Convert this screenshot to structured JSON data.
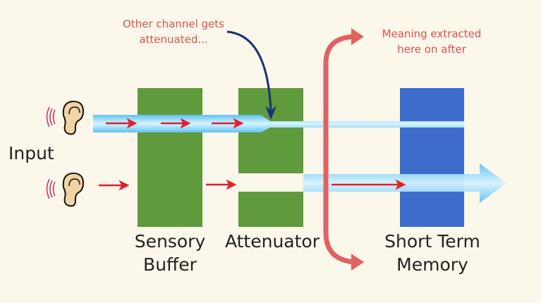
{
  "labels": {
    "input": "Input",
    "sensory_buffer": [
      "Sensory",
      "Buffer"
    ],
    "attenuator": "Attenuator",
    "short_term_memory": [
      "Short Term",
      "Memory"
    ]
  },
  "annotations": {
    "attenuated": [
      "Other channel gets",
      "attenuated..."
    ],
    "meaning": [
      "Meaning extracted",
      "here on after"
    ]
  },
  "colors": {
    "background": "#fbf7ea",
    "buffer": "#5f9a3c",
    "memory": "#3e6ccc",
    "channel": "#8fd6f5",
    "arrow_red": "#e0202a",
    "bracket": "#e06262",
    "annotation_arrow": "#1a2f7a",
    "note_text": "#d9534f"
  },
  "icons": [
    "ear-icon",
    "ear-icon"
  ]
}
